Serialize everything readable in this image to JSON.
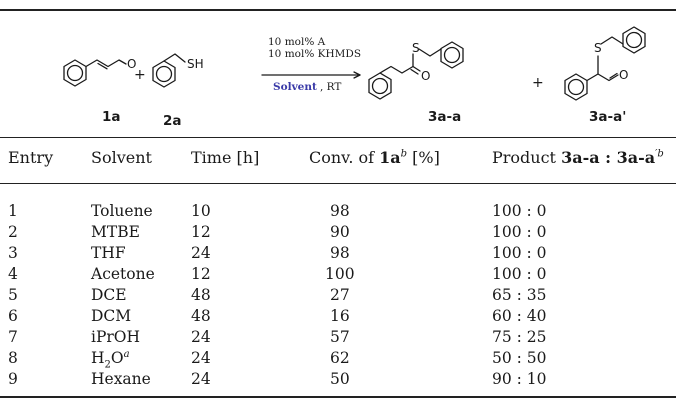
{
  "scheme": {
    "reagent_line1": "10 mol% A",
    "reagent_line2": "10 mol% KHMDS",
    "condition_solvent": "Solvent",
    "condition_rt": ", RT",
    "plus": "+",
    "label_1a": "1a",
    "label_2a": "2a",
    "label_3aa": "3a-a",
    "label_3aa_prime": "3a-a'",
    "atom_O": "O",
    "atom_S": "S",
    "atom_SH": "SH",
    "solvent_color": "#3a3aa8"
  },
  "table": {
    "headers": {
      "entry": "Entry",
      "solvent": "Solvent",
      "time": "Time [h]",
      "conv_pre": "Conv. of ",
      "conv_bold": "1a",
      "conv_sup": "b",
      "conv_post": " [%]",
      "product_pre": "Product ",
      "product_a": "3a-a",
      "product_sep": " : ",
      "product_b": "3a-a",
      "product_sup": "′b"
    },
    "rows": [
      {
        "entry": "1",
        "solvent": "Toluene",
        "time": "10",
        "conv": "98",
        "ratio": "100 : 0"
      },
      {
        "entry": "2",
        "solvent": "MTBE",
        "time": "12",
        "conv": "90",
        "ratio": "100 : 0"
      },
      {
        "entry": "3",
        "solvent": "THF",
        "time": "24",
        "conv": "98",
        "ratio": "100 : 0"
      },
      {
        "entry": "4",
        "solvent": "Acetone",
        "time": "12",
        "conv": "100",
        "ratio": "100 : 0"
      },
      {
        "entry": "5",
        "solvent": "DCE",
        "time": "48",
        "conv": "27",
        "ratio": "65 : 35"
      },
      {
        "entry": "6",
        "solvent": "DCM",
        "time": "48",
        "conv": "16",
        "ratio": "60 : 40"
      },
      {
        "entry": "7",
        "solvent": "iPrOH",
        "time": "24",
        "conv": "57",
        "ratio": "75 : 25"
      },
      {
        "entry": "8",
        "solvent_pre": "H",
        "solvent_sub": "2",
        "solvent_post": "O",
        "solvent_sup": "a",
        "time": "24",
        "conv": "62",
        "ratio": "50 : 50"
      },
      {
        "entry": "9",
        "solvent": "Hexane",
        "time": "24",
        "conv": "50",
        "ratio": "90 : 10"
      }
    ]
  }
}
